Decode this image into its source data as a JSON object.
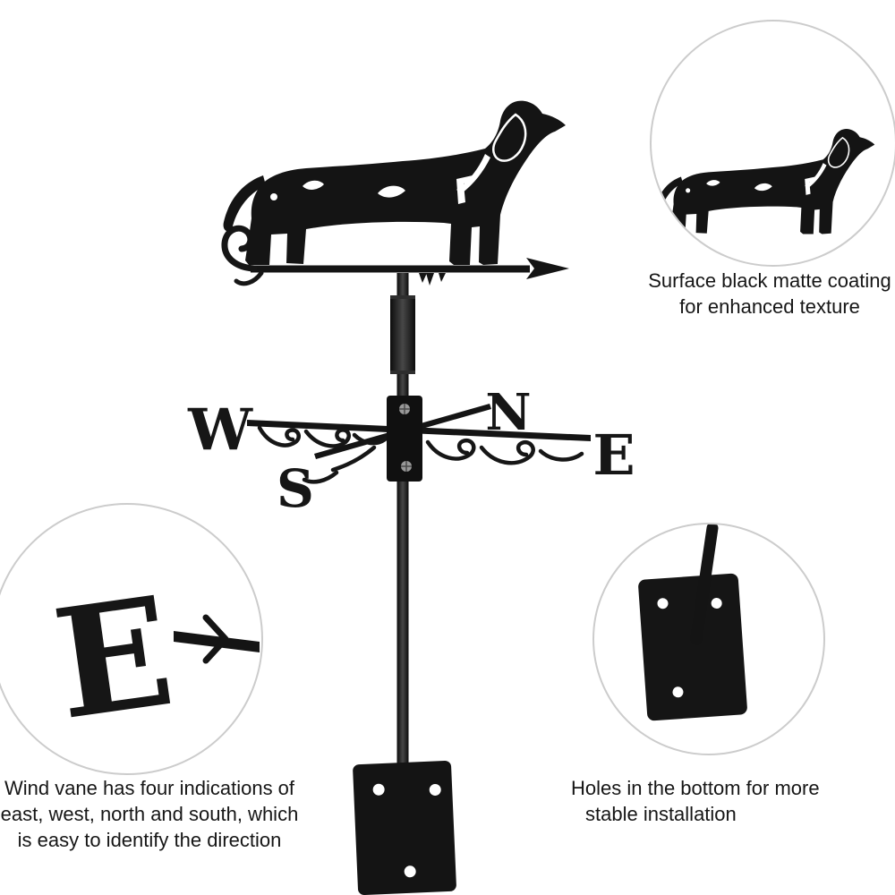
{
  "vane": {
    "letters": {
      "w": "W",
      "n": "N",
      "e": "E",
      "s": "S"
    }
  },
  "callouts": {
    "coating": {
      "lines": [
        "Surface black matte coating",
        "for enhanced texture"
      ]
    },
    "directions": {
      "detail_letter": "E",
      "lines": [
        "Wind vane has four indications of",
        "east, west, north and south, which",
        "is easy to identify the direction"
      ]
    },
    "mounting": {
      "lines": [
        "Holes in the bottom for more",
        "stable installation"
      ]
    }
  },
  "colors": {
    "silhouette": "#141414",
    "circle_border": "#cccccc",
    "text": "#161616"
  }
}
